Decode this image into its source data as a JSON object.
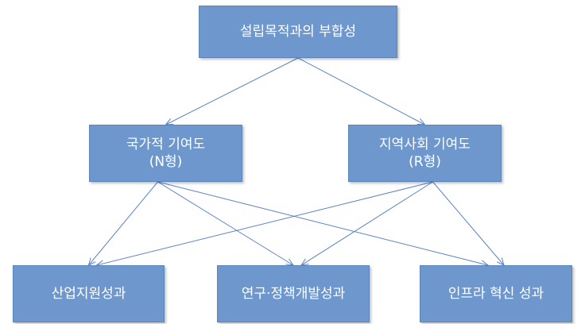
{
  "diagram": {
    "colors": {
      "node_fill": "#6d97cd",
      "node_border": "#5b84bb",
      "node_text": "#ffffff",
      "edge": "#5b84c4"
    },
    "nodes": {
      "root": {
        "line1": "설립목적과의 부합성"
      },
      "national": {
        "line1": "국가적 기여도",
        "line2": "(N형)"
      },
      "regional": {
        "line1": "지역사회 기여도",
        "line2": "(R형)"
      },
      "industry": {
        "line1": "산업지원성과"
      },
      "research": {
        "line1": "연구·정책개발성과"
      },
      "infra": {
        "line1": "인프라 혁신 성과"
      }
    },
    "edges": [
      {
        "from": "root",
        "to": "national"
      },
      {
        "from": "root",
        "to": "regional"
      },
      {
        "from": "national",
        "to": "industry"
      },
      {
        "from": "national",
        "to": "research"
      },
      {
        "from": "national",
        "to": "infra"
      },
      {
        "from": "regional",
        "to": "industry"
      },
      {
        "from": "regional",
        "to": "research"
      },
      {
        "from": "regional",
        "to": "infra"
      }
    ]
  }
}
